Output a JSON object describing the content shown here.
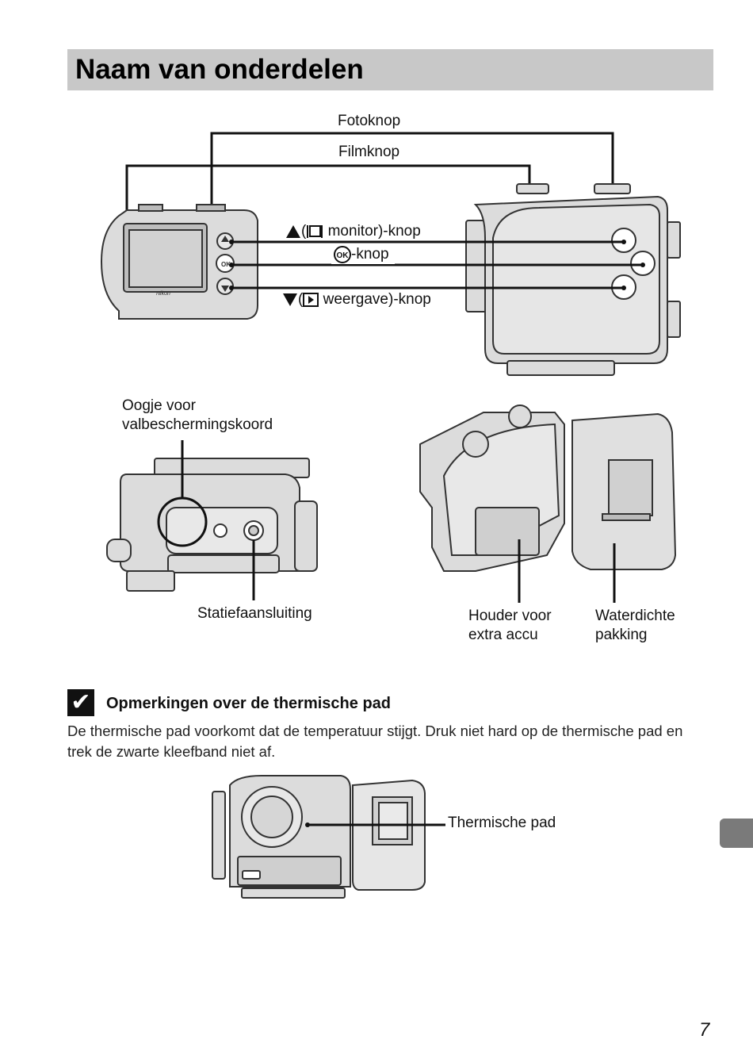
{
  "page": {
    "title": "Naam van onderdelen",
    "page_number": "7"
  },
  "labels": {
    "fotoknop": "Fotoknop",
    "filmknop": "Filmknop",
    "monitor_knop": "monitor)-knop",
    "monitor_prefix": "(",
    "ok_knop": "-knop",
    "weergave_knop": "weergave)-knop",
    "weergave_prefix": "(",
    "oogje_line1": "Oogje voor",
    "oogje_line2": "valbeschermingskoord",
    "statief": "Statiefaansluiting",
    "houder_line1": "Houder voor",
    "houder_line2": "extra accu",
    "pakking_line1": "Waterdichte",
    "pakking_line2": "pakking",
    "thermische_pad": "Thermische pad",
    "camera_brand": "Nikon",
    "ok_symbol": "OK"
  },
  "note": {
    "heading": "Opmerkingen over de thermische pad",
    "body": "De thermische pad voorkomt dat de temperatuur stijgt. Druk niet hard op de thermische pad en trek de zwarte kleefband niet af."
  },
  "icons": [
    "up-triangle-icon",
    "monitor-icon",
    "ok-button-icon",
    "down-triangle-icon",
    "play-icon",
    "check-note-icon"
  ]
}
